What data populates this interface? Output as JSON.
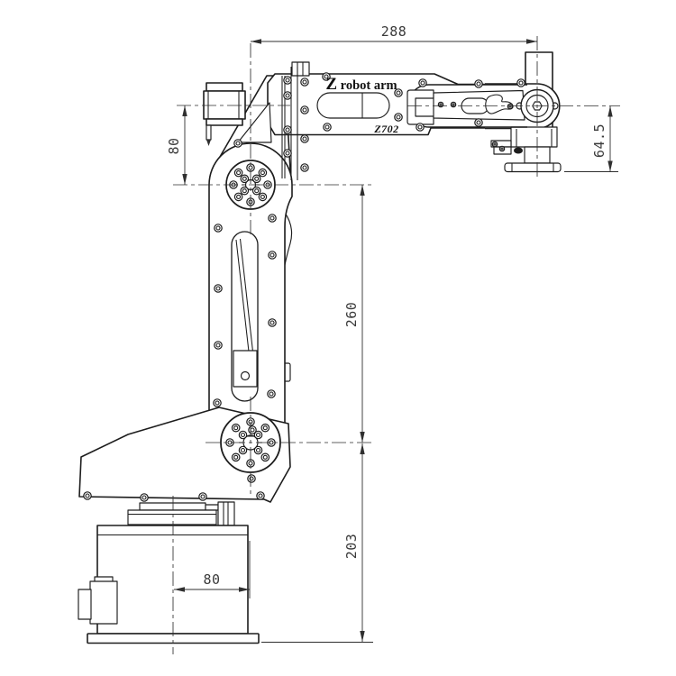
{
  "document": {
    "type": "technical-drawing",
    "view": "side-elevation",
    "product": {
      "brand_initial": "Z",
      "brand_rest": " robot arm",
      "brand_full": "Z robot arm",
      "model": "Z702"
    },
    "dimensions_mm": {
      "horizontal_reach": "288",
      "motor_axis_to_elbow": "80",
      "wrist_axis_to_flange": "64.5",
      "elbow_to_shoulder": "260",
      "shoulder_to_base": "203",
      "base_center_offset": "80"
    },
    "colors": {
      "background": "#ffffff",
      "line": "#1d1d1d",
      "dimension": "#3a3a3a"
    }
  }
}
